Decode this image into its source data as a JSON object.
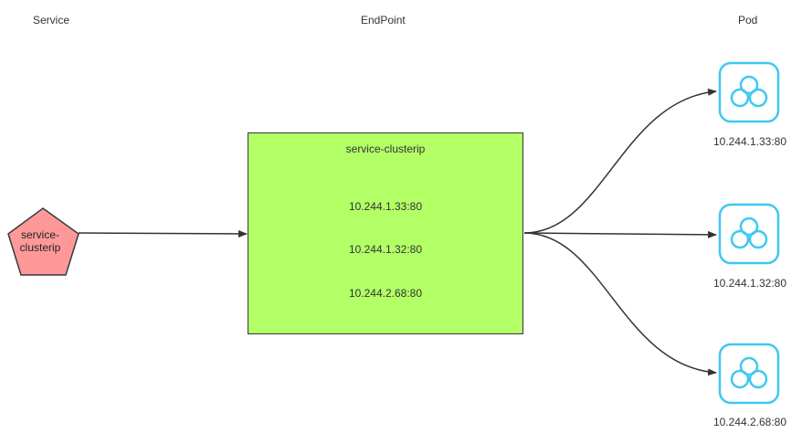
{
  "columns": {
    "service": "Service",
    "endpoint": "EndPoint",
    "pod": "Pod"
  },
  "service": {
    "label_line1": "service-",
    "label_line2": "clusterip",
    "fill": "#ff9999",
    "stroke": "#36393d"
  },
  "endpoint": {
    "name": "service-clusterip",
    "ips": [
      "10.244.1.33:80",
      "10.244.1.32:80",
      "10.244.2.68:80"
    ],
    "fill": "#b3ff66",
    "stroke": "#36393d"
  },
  "pods": [
    {
      "ip": "10.244.1.33:80"
    },
    {
      "ip": "10.244.1.32:80"
    },
    {
      "ip": "10.244.2.68:80"
    }
  ],
  "colors": {
    "pod_icon": "#3ec8f0",
    "edge": "#333333"
  }
}
